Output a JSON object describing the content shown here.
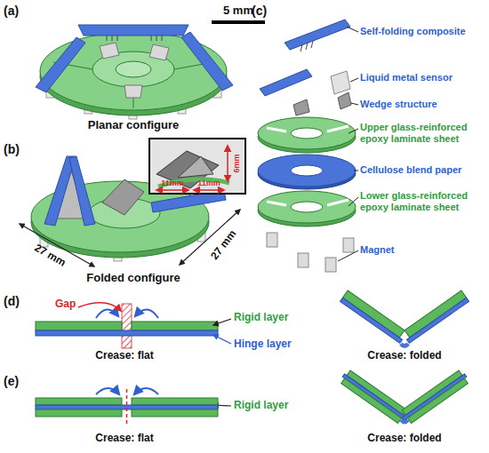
{
  "diagram": {
    "labels": [
      "(a)",
      "5 mm",
      "Planar configure",
      "(b)",
      "6mm",
      "11mm",
      "11mm",
      "27 mm",
      "27 mm",
      "Folded configure",
      "(c)",
      "Self-folding composite",
      "Liquid metal sensor",
      "Wedge structure",
      "Upper glass-reinforced epoxy laminate sheet",
      "Cellulose blend paper",
      "Lower glass-reinforced epoxy laminate sheet",
      "Magnet",
      "(d)",
      "Gap",
      "Rigid layer",
      "Hinge layer",
      "Crease: flat",
      "Crease: folded",
      "(e)",
      "Crease: flat",
      "Rigid layer",
      "Crease: folded"
    ]
  }
}
